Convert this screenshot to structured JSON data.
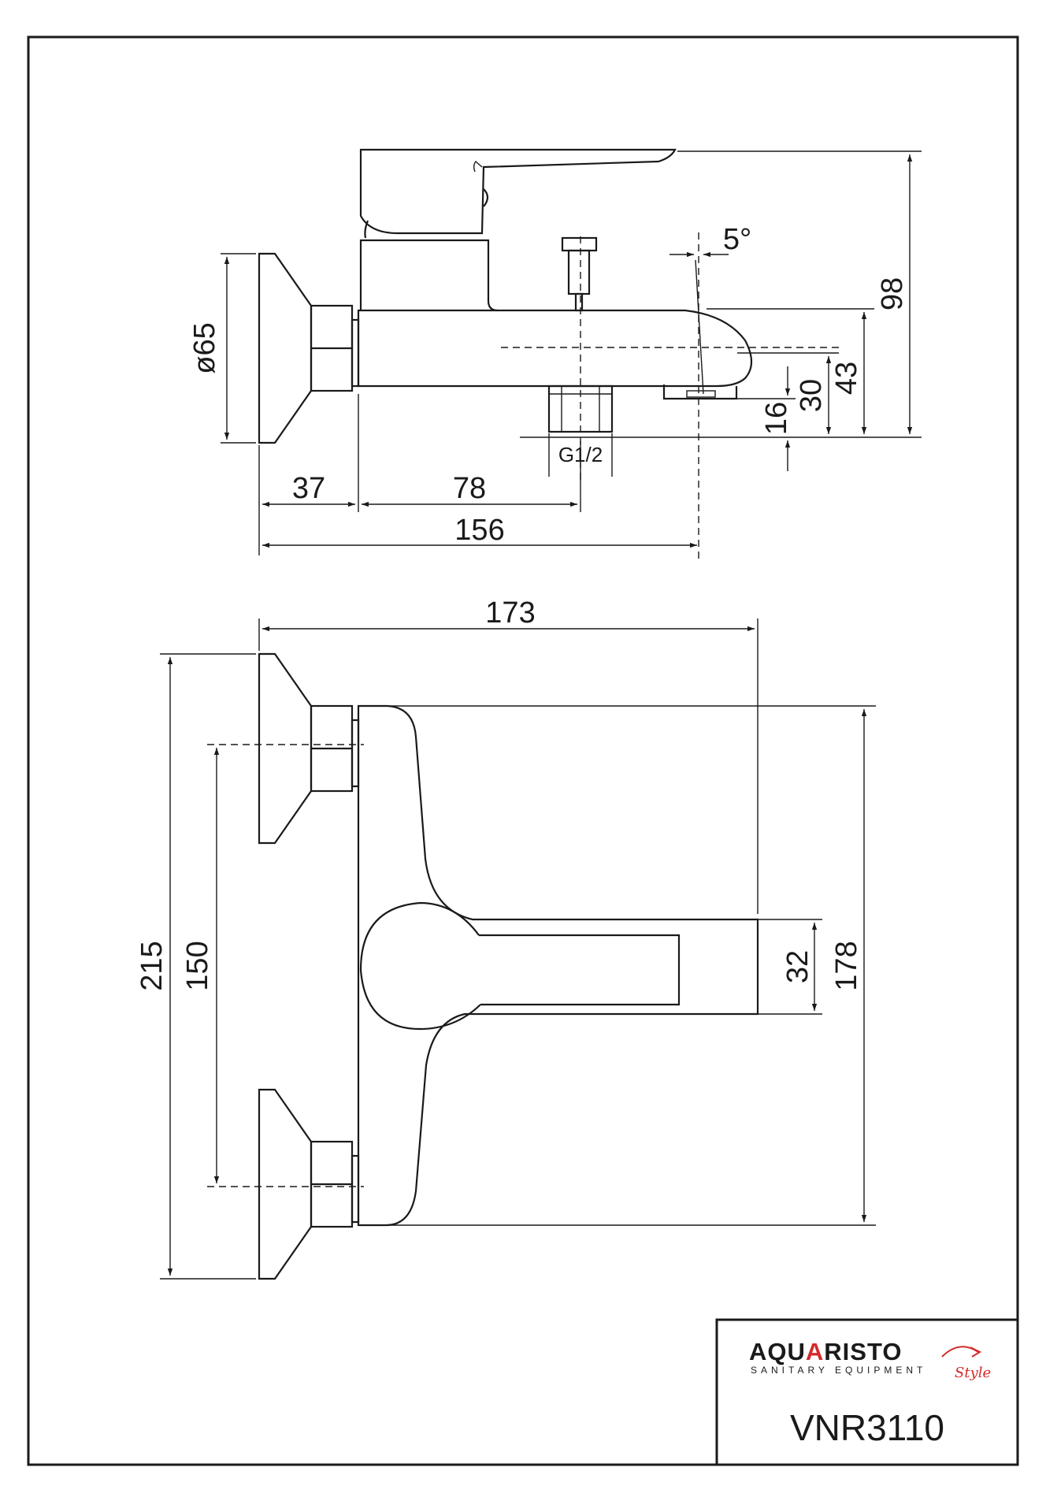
{
  "side_view": {
    "dims": {
      "d65": "ø65",
      "d37": "37",
      "d78": "78",
      "d156": "156",
      "thread": "G1/2",
      "angle": "5°",
      "d98": "98",
      "d43": "43",
      "d30": "30",
      "d16": "16"
    }
  },
  "top_view": {
    "dims": {
      "d173": "173",
      "d215": "215",
      "d150": "150",
      "d32": "32",
      "d178": "178"
    }
  },
  "title_block": {
    "brand_pre": "AQU",
    "brand_a": "A",
    "brand_post": "RISTO",
    "subtitle": "SANITARY EQUIPMENT",
    "style_word": "Style",
    "model": "VNR3110",
    "accent_color": "#d42a2a"
  }
}
